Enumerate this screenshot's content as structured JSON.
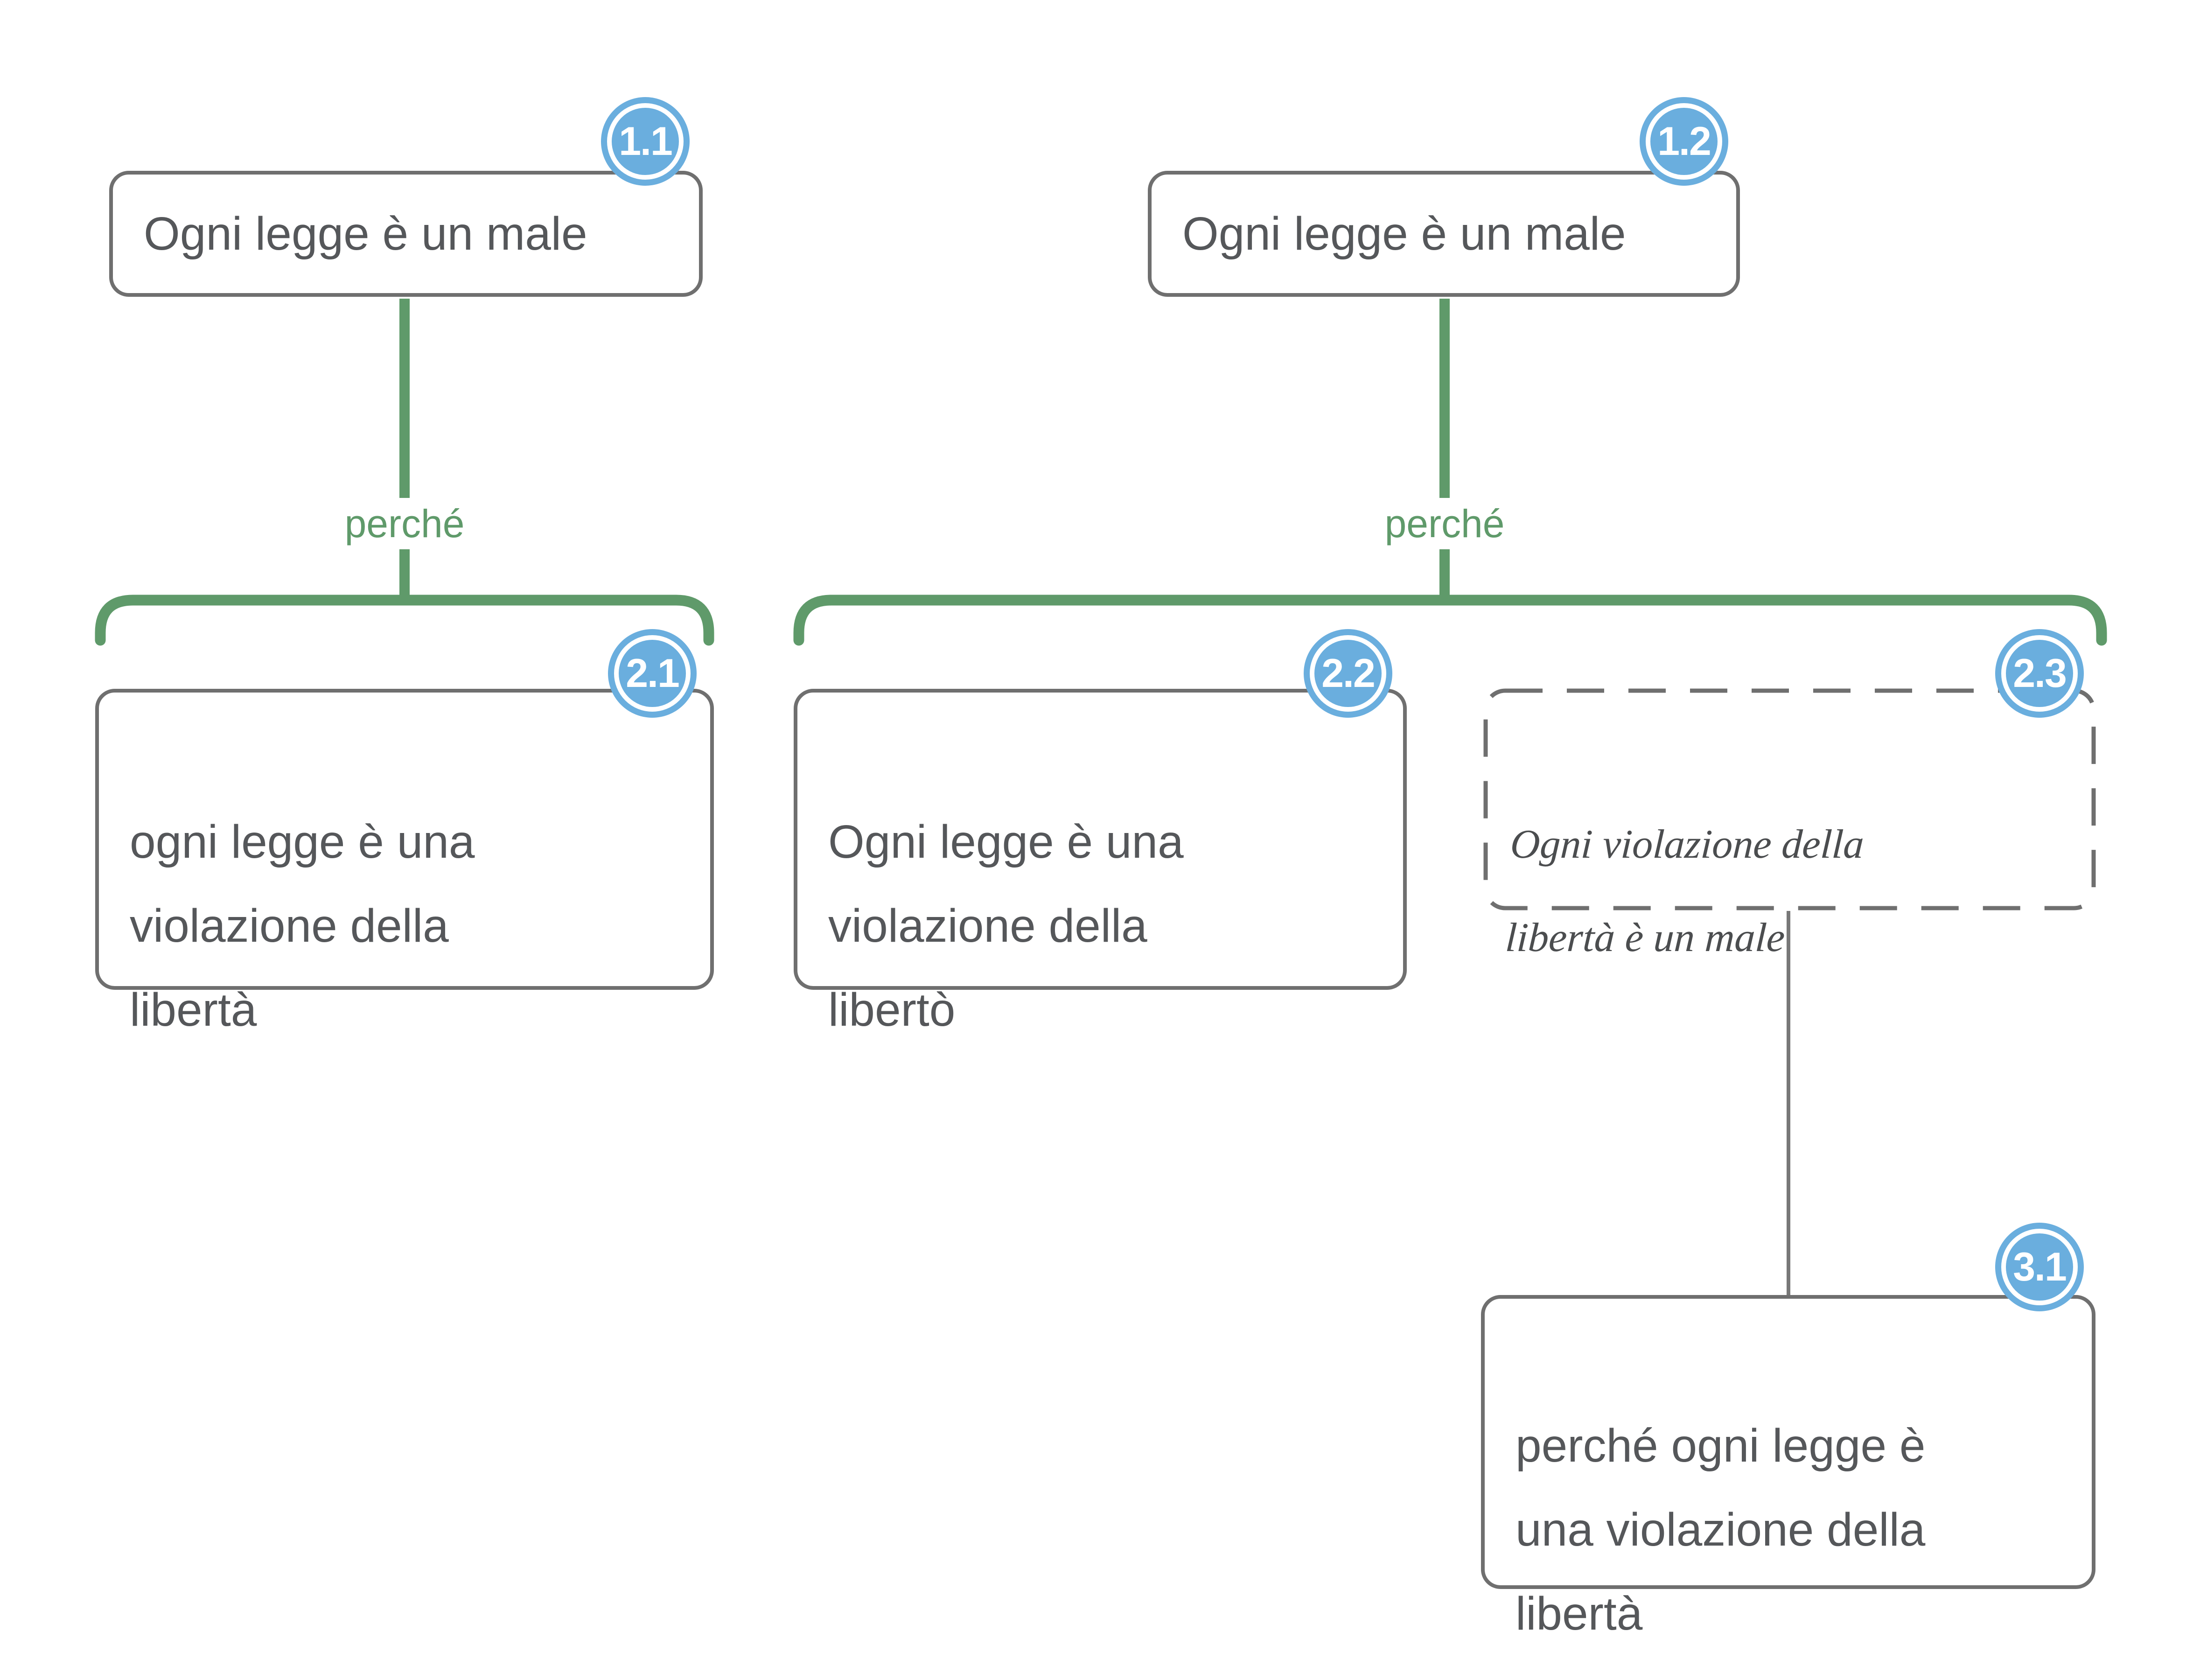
{
  "diagram": {
    "type": "argument-map",
    "colors": {
      "connector_green": "#5f9a6a",
      "badge_blue": "#6aaede",
      "box_border_gray": "#6f6f6f",
      "text_gray": "#55575a",
      "thin_connector_gray": "#787878"
    },
    "labels": {
      "left_connector": "perché",
      "right_connector": "perché"
    },
    "nodes": {
      "n11": {
        "badge": "1.1",
        "text": "Ogni legge è un male"
      },
      "n12": {
        "badge": "1.2",
        "text": "Ogni legge è un male"
      },
      "n21": {
        "badge": "2.1",
        "text": "ogni legge è una\nviolazione della\nlibertà"
      },
      "n22": {
        "badge": "2.2",
        "text": "Ogni legge è una\nviolazione della\nlibertò"
      },
      "n23": {
        "badge": "2.3",
        "text": "Ogni violazione della\nlibertà è un male",
        "style": "dashed-handwritten"
      },
      "n31": {
        "badge": "3.1",
        "text": "perché ogni legge è\nuna violazione della\nlibertà"
      }
    },
    "structure": [
      {
        "root": "n11",
        "relation": "perché",
        "children": [
          "n21"
        ]
      },
      {
        "root": "n12",
        "relation": "perché",
        "children": [
          "n22",
          "n23"
        ]
      },
      {
        "root": "n23",
        "relation": "",
        "children": [
          "n31"
        ]
      }
    ]
  }
}
